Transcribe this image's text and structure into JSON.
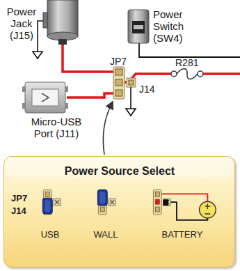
{
  "diagram": {
    "nodes": [
      {
        "text": [
          "Power Source Select",
          "JP7",
          "J14",
          "USB",
          "WALL",
          "BATTERY"
        ]
      }
    ],
    "labels": [
      "Power Jack (J15)",
      "Power Switch (SW4)",
      "JP7",
      "R281",
      "J14",
      "Micro-USB Port (J11)"
    ]
  }
}
